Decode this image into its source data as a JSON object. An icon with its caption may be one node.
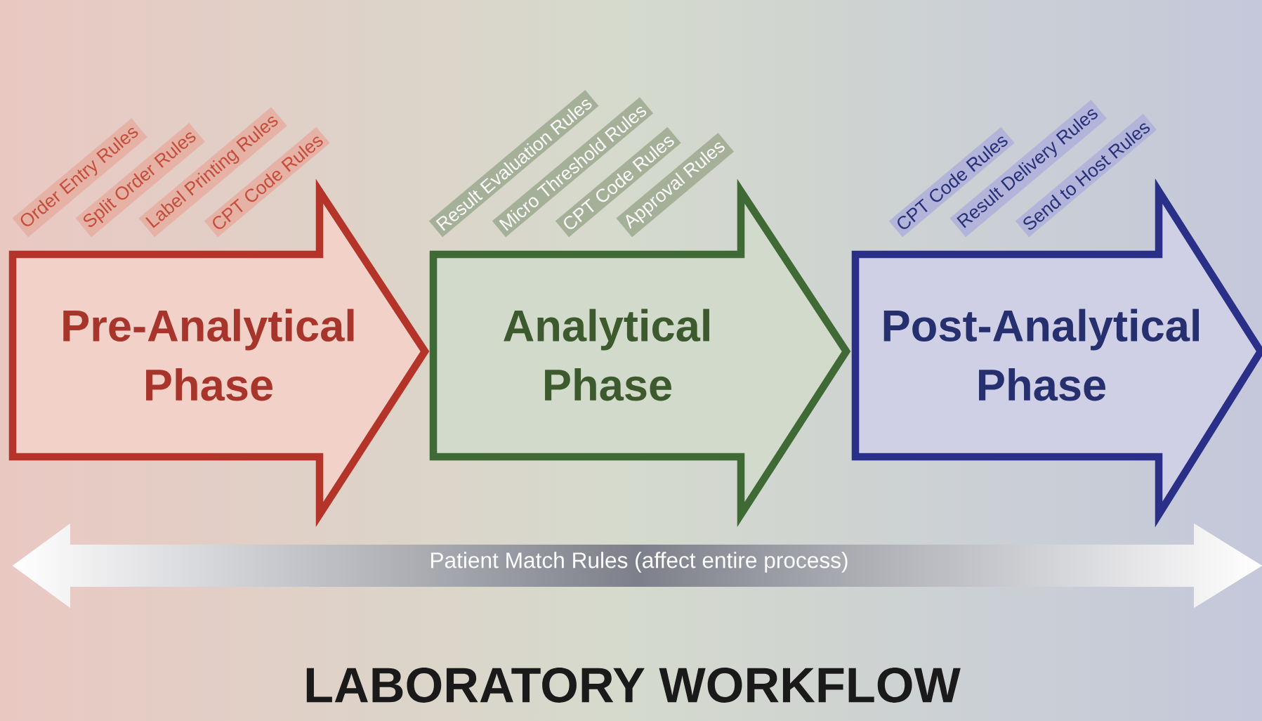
{
  "diagram": {
    "title": "LABORATORY WORKFLOW",
    "nodes": [
      {
        "text": [
          "Pre-Analytical Phase"
        ]
      },
      {
        "text": [
          "Analytical Phase"
        ]
      },
      {
        "text": [
          "Post-Analytical Phase"
        ]
      },
      {
        "text": [
          "Patient Match Rules (affect entire process)"
        ]
      }
    ],
    "labels": [
      "Order Entry Rules",
      "Split Order Rules",
      "Label Printing Rules",
      "CPT Code Rules",
      "Result Evaluation Rules",
      "Micro Threshold Rules",
      "CPT Code Rules",
      "Approval Rules",
      "CPT Code Rules",
      "Result Delivery Rules",
      "Send to Host Rules"
    ]
  }
}
